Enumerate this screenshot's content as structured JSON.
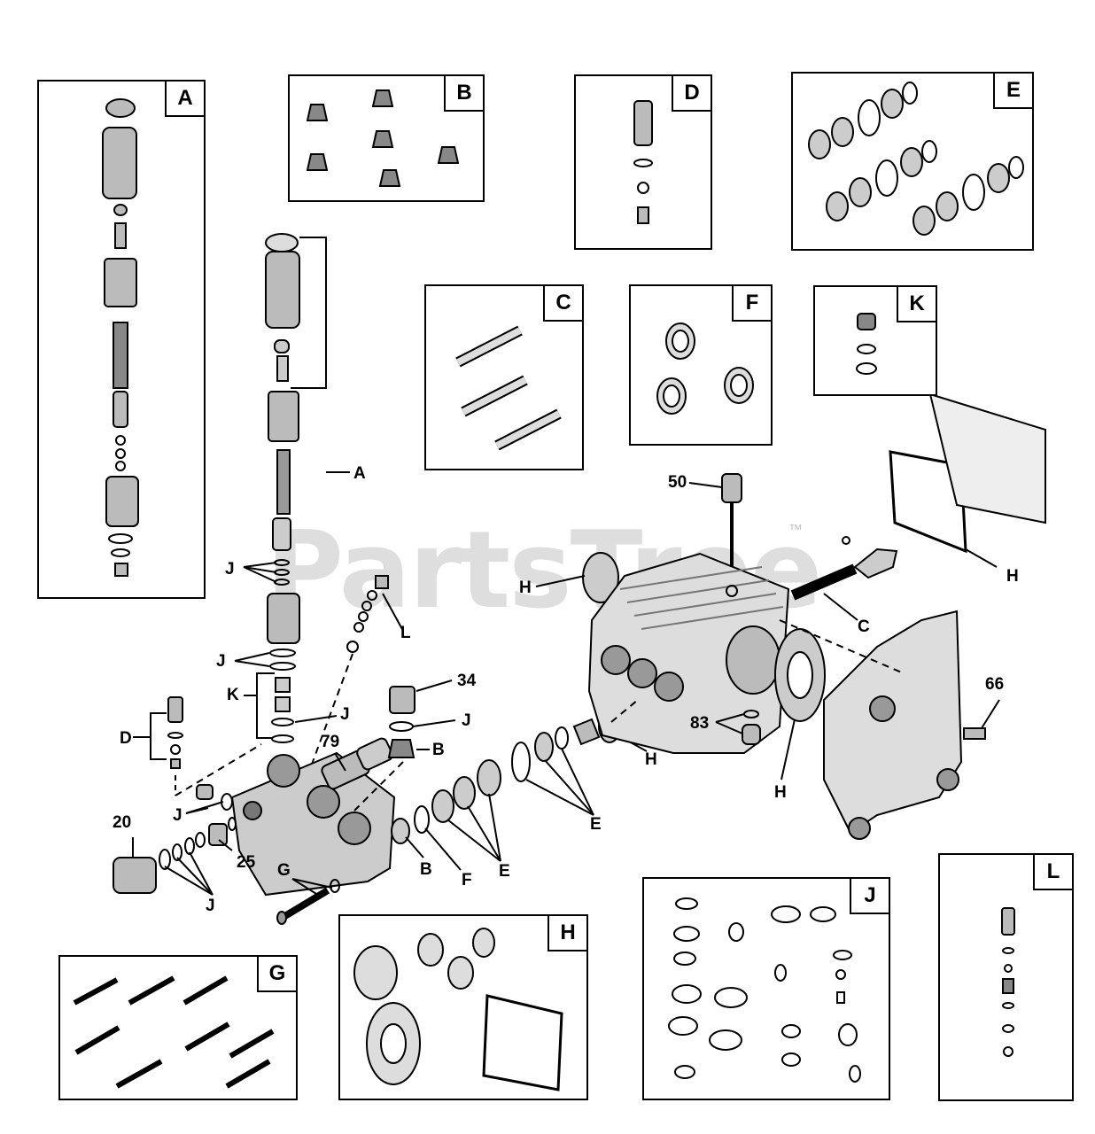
{
  "watermark": {
    "brand": "PartsTree",
    "trademark": "™"
  },
  "kits": {
    "A": "A",
    "B": "B",
    "C": "C",
    "D": "D",
    "E": "E",
    "F": "F",
    "G": "G",
    "H": "H",
    "J": "J",
    "K": "K",
    "L": "L"
  },
  "callouts": {
    "a": "A",
    "j1": "J",
    "j2": "J",
    "j3": "J",
    "j4": "J",
    "j5": "J",
    "j6": "J",
    "k": "K",
    "l": "L",
    "d": "D",
    "n20": "20",
    "n25": "25",
    "n79": "79",
    "n34": "34",
    "b1": "B",
    "b2": "B",
    "f": "F",
    "e1": "E",
    "e2": "E",
    "g": "G",
    "h1": "H",
    "h2": "H",
    "h3": "H",
    "h4": "H",
    "n50": "50",
    "c": "C",
    "n83": "83",
    "n66": "66"
  }
}
